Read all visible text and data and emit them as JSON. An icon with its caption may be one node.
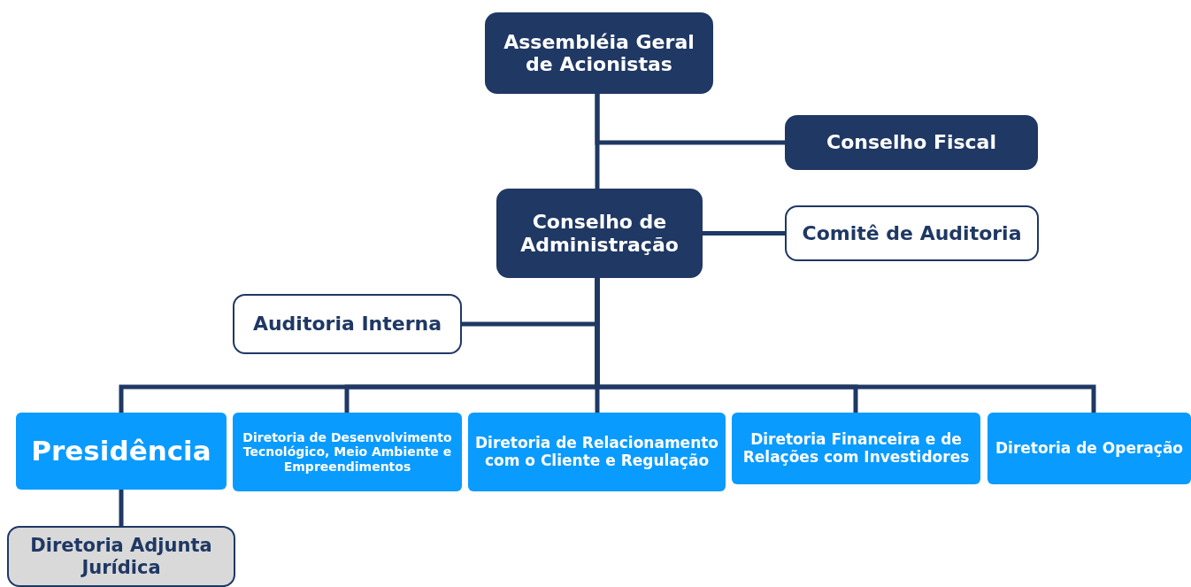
{
  "diagram": {
    "nodes": [
      {
        "text": [
          "Assembléia Geral de Acionistas"
        ]
      },
      {
        "text": [
          "Conselho Fiscal"
        ]
      },
      {
        "text": [
          "Conselho de Administração"
        ]
      },
      {
        "text": [
          "Comitê de Auditoria"
        ]
      },
      {
        "text": [
          "Auditoria Interna"
        ]
      },
      {
        "text": [
          "Presidência"
        ]
      },
      {
        "text": [
          "Diretoria de Desenvolvimento Tecnológico, Meio Ambiente e Empreendimentos"
        ]
      },
      {
        "text": [
          "Diretoria de Relacionamento com o Cliente e Regulação"
        ]
      },
      {
        "text": [
          "Diretoria Financeira e de Relações com Investidores"
        ]
      },
      {
        "text": [
          "Diretoria de Operação"
        ]
      },
      {
        "text": [
          "Diretoria Adjunta Jurídica"
        ]
      }
    ],
    "edges": [
      {
        "from": 0,
        "to": 2,
        "arrow": "none"
      },
      {
        "from": 0,
        "to": 1,
        "arrow": "none"
      },
      {
        "from": 2,
        "to": 3,
        "arrow": "none"
      },
      {
        "from": 2,
        "to": 4,
        "arrow": "none"
      },
      {
        "from": 2,
        "to": 5,
        "arrow": "none"
      },
      {
        "from": 2,
        "to": 6,
        "arrow": "none"
      },
      {
        "from": 2,
        "to": 7,
        "arrow": "none"
      },
      {
        "from": 2,
        "to": 8,
        "arrow": "none"
      },
      {
        "from": 2,
        "to": 9,
        "arrow": "none"
      },
      {
        "from": 5,
        "to": 10,
        "arrow": "none"
      }
    ]
  }
}
